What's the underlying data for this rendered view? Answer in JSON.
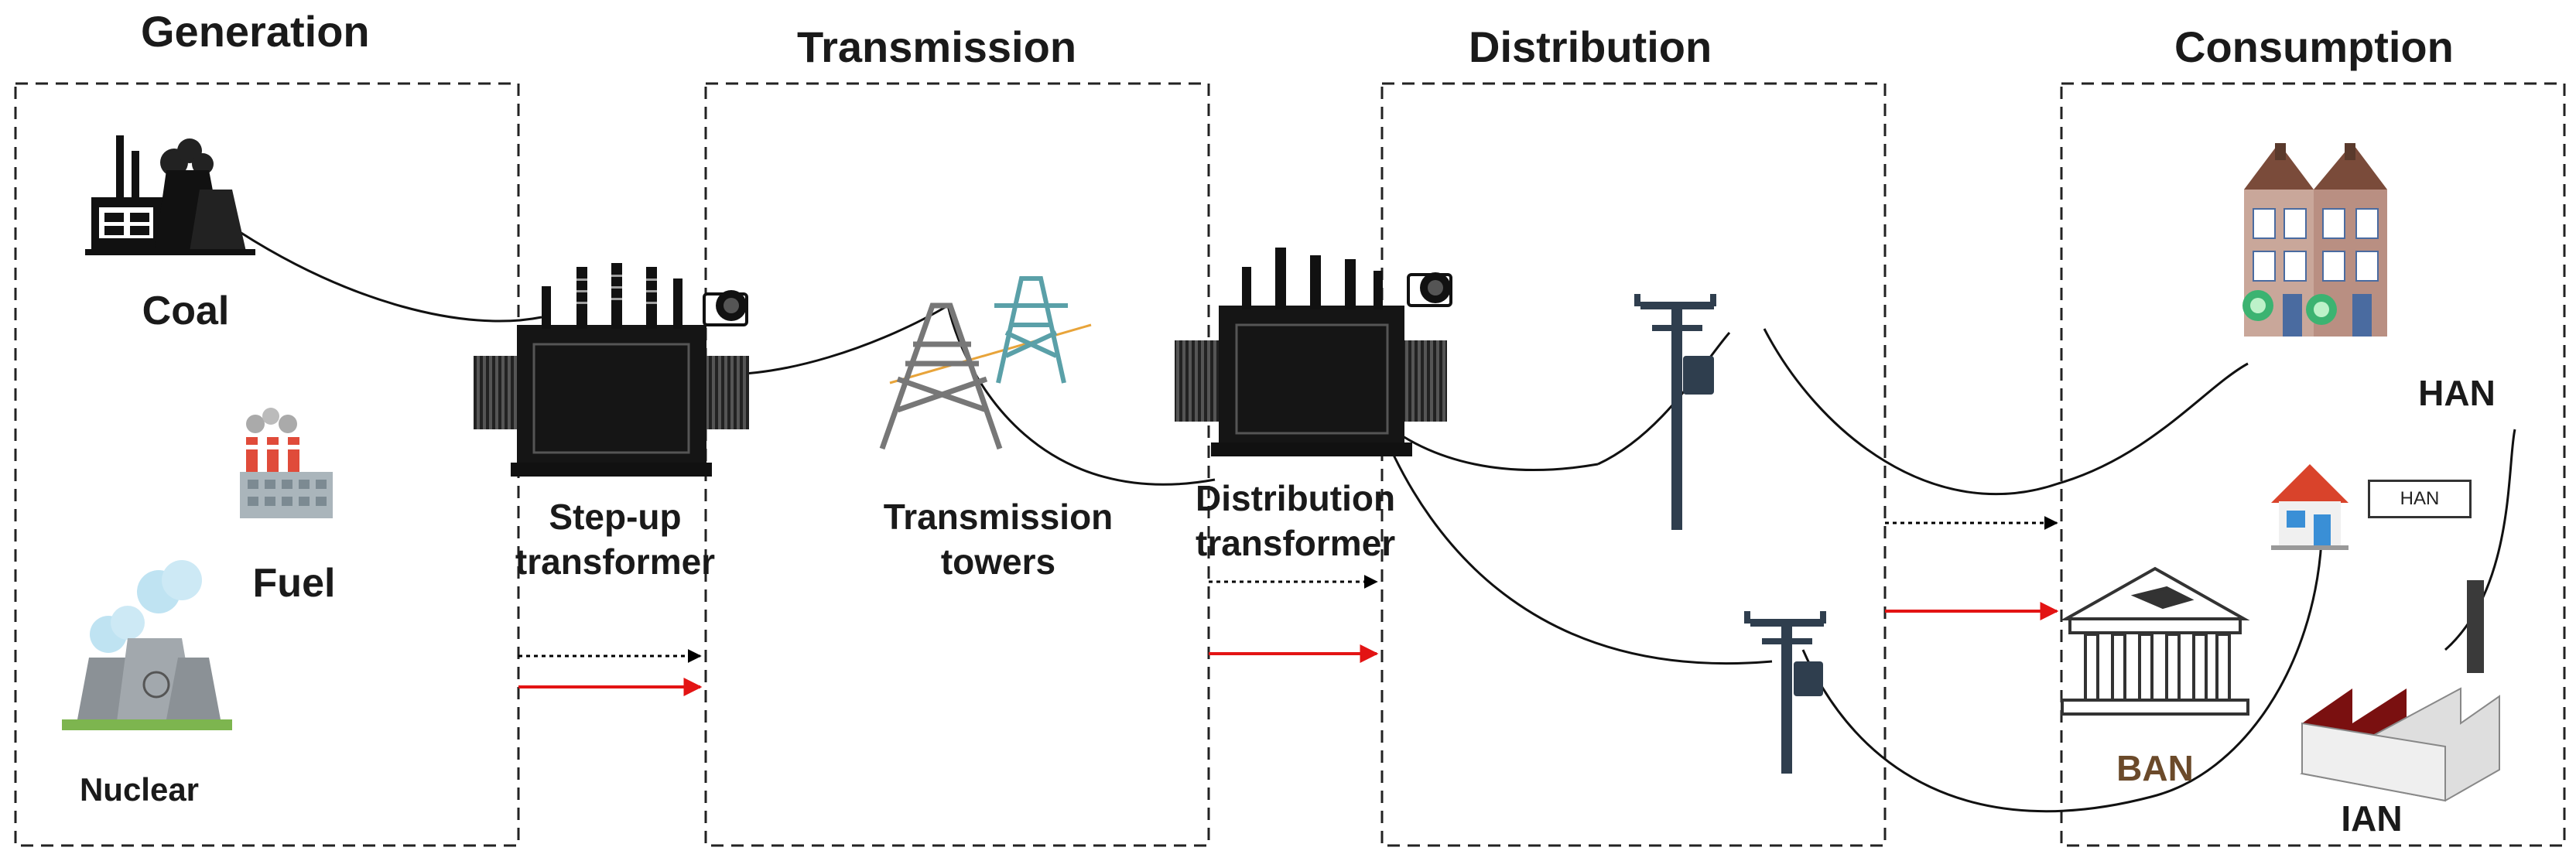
{
  "sections": {
    "generation": "Generation",
    "transmission": "Transmission",
    "distribution": "Distribution",
    "consumption": "Consumption"
  },
  "labels": {
    "coal": "Coal",
    "fuel": "Fuel",
    "nuclear": "Nuclear",
    "step_up_line1": "Step-up",
    "step_up_line2": "transformer",
    "towers_line1": "Transmission",
    "towers_line2": "towers",
    "dist_line1": "Distribution",
    "dist_line2": "transformer",
    "han": "HAN",
    "han_tag": "HAN",
    "ban": "BAN",
    "ian": "IAN"
  },
  "colors": {
    "power_flow": "#e31414",
    "info_flow": "#000000",
    "house_roof": "#d9432b",
    "factory_roof": "#7a1010",
    "tower_gray": "#777777",
    "tower_teal": "#5aa0a8",
    "pole": "#2f3e4e"
  },
  "icons": {
    "coal": "coal-power-plant-icon",
    "fuel": "fuel-power-plant-icon",
    "nuclear": "nuclear-plant-icon",
    "step_up": "step-up-transformer-icon",
    "towers": "transmission-towers-icon",
    "dist": "distribution-transformer-icon",
    "pole": "utility-pole-icon",
    "han": "townhouses-icon",
    "house": "house-icon",
    "ban": "bank-building-icon",
    "ian": "factory-icon"
  }
}
